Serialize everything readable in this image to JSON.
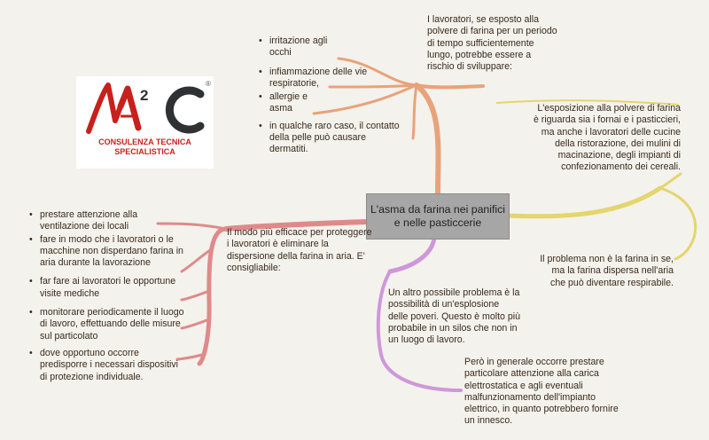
{
  "central": {
    "text": "L'asma da farina nei panifici e nelle pasticcerie"
  },
  "logo": {
    "mark": "A2C",
    "registered": "®",
    "line1": "CONSULENZA TECNICA",
    "line2": "SPECIALISTICA"
  },
  "top_right": {
    "text": "I lavoratori, se esposto alla polvere di farina per un periodo di tempo sufficientemente lungo, potrebbe essere a rischio di sviluppare:"
  },
  "symptoms": [
    "irritazione agli occhi",
    "infiammazione delle vie respiratorie,",
    "allergie e asma",
    "in qualche raro caso, il contatto della pelle può causare dermatiti."
  ],
  "right_upper": {
    "text": "L'esposizione alla polvere di farina è riguarda sia i fornai e i pasticcieri, ma anche i lavoratori delle cucine della ristorazione, dei mulini di macinazione, degli impianti di confezionamento dei cereali."
  },
  "right_lower": {
    "text": "Il problema non è la farina in se, ma la farina dispersa nell'aria che può diventare respirabile."
  },
  "left_intro": {
    "text": "Il modo più efficace per proteggere i lavoratori è eliminare la dispersione della farina in aria. E' consigliabile:"
  },
  "measures": [
    "prestare attenzione alla ventilazione dei locali",
    "fare in modo che i lavoratori o le macchine non disperdano farina in aria durante la lavorazione",
    "far fare ai lavoratori le opportune visite mediche",
    "monitorare periodicamente il luogo di lavoro, effettuando delle misure sul particolato",
    "dove opportuno occorre predisporre i necessari dispositivi di protezione individuale."
  ],
  "bottom_mid": {
    "text": "Un altro possibile problema è la possibilità di un'esplosione delle poveri. Questo è molto più probabile in un silos che non in un luogo di lavoro."
  },
  "bottom_right": {
    "text": "Però in generale occorre prestare particolare attenzione alla carica elettrostatica e agli eventuali malfunzionamento dell'impianto elettrico, in quanto potrebbero fornire un innesco."
  },
  "colors": {
    "background": "#f3f2ed",
    "central_box": "#a6a6a6",
    "orange_branch": "#e8a37a",
    "yellow_branch": "#e4d56e",
    "pink_branch": "#df8a8a",
    "purple_branch": "#cf97da",
    "logo_red": "#c8201d",
    "logo_dark": "#2f3133"
  }
}
